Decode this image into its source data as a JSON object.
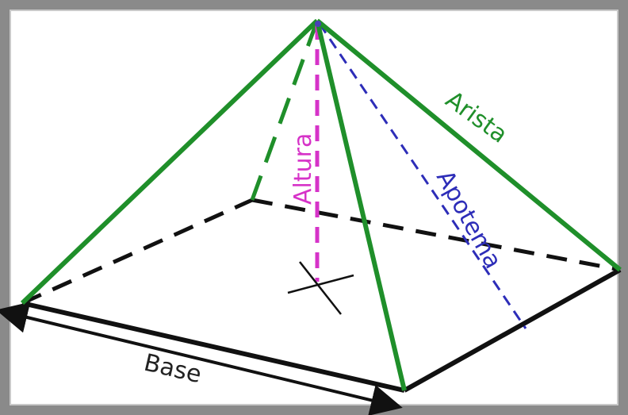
{
  "labels": {
    "altura": "Altura",
    "arista": "Arista",
    "apotema": "Apotema",
    "base": "Base"
  },
  "colors": {
    "edge": "#1f8f2a",
    "height": "#d633c8",
    "apothem": "#2d2db8",
    "base_edges": "#111111",
    "frame": "#8a8a8a"
  }
}
